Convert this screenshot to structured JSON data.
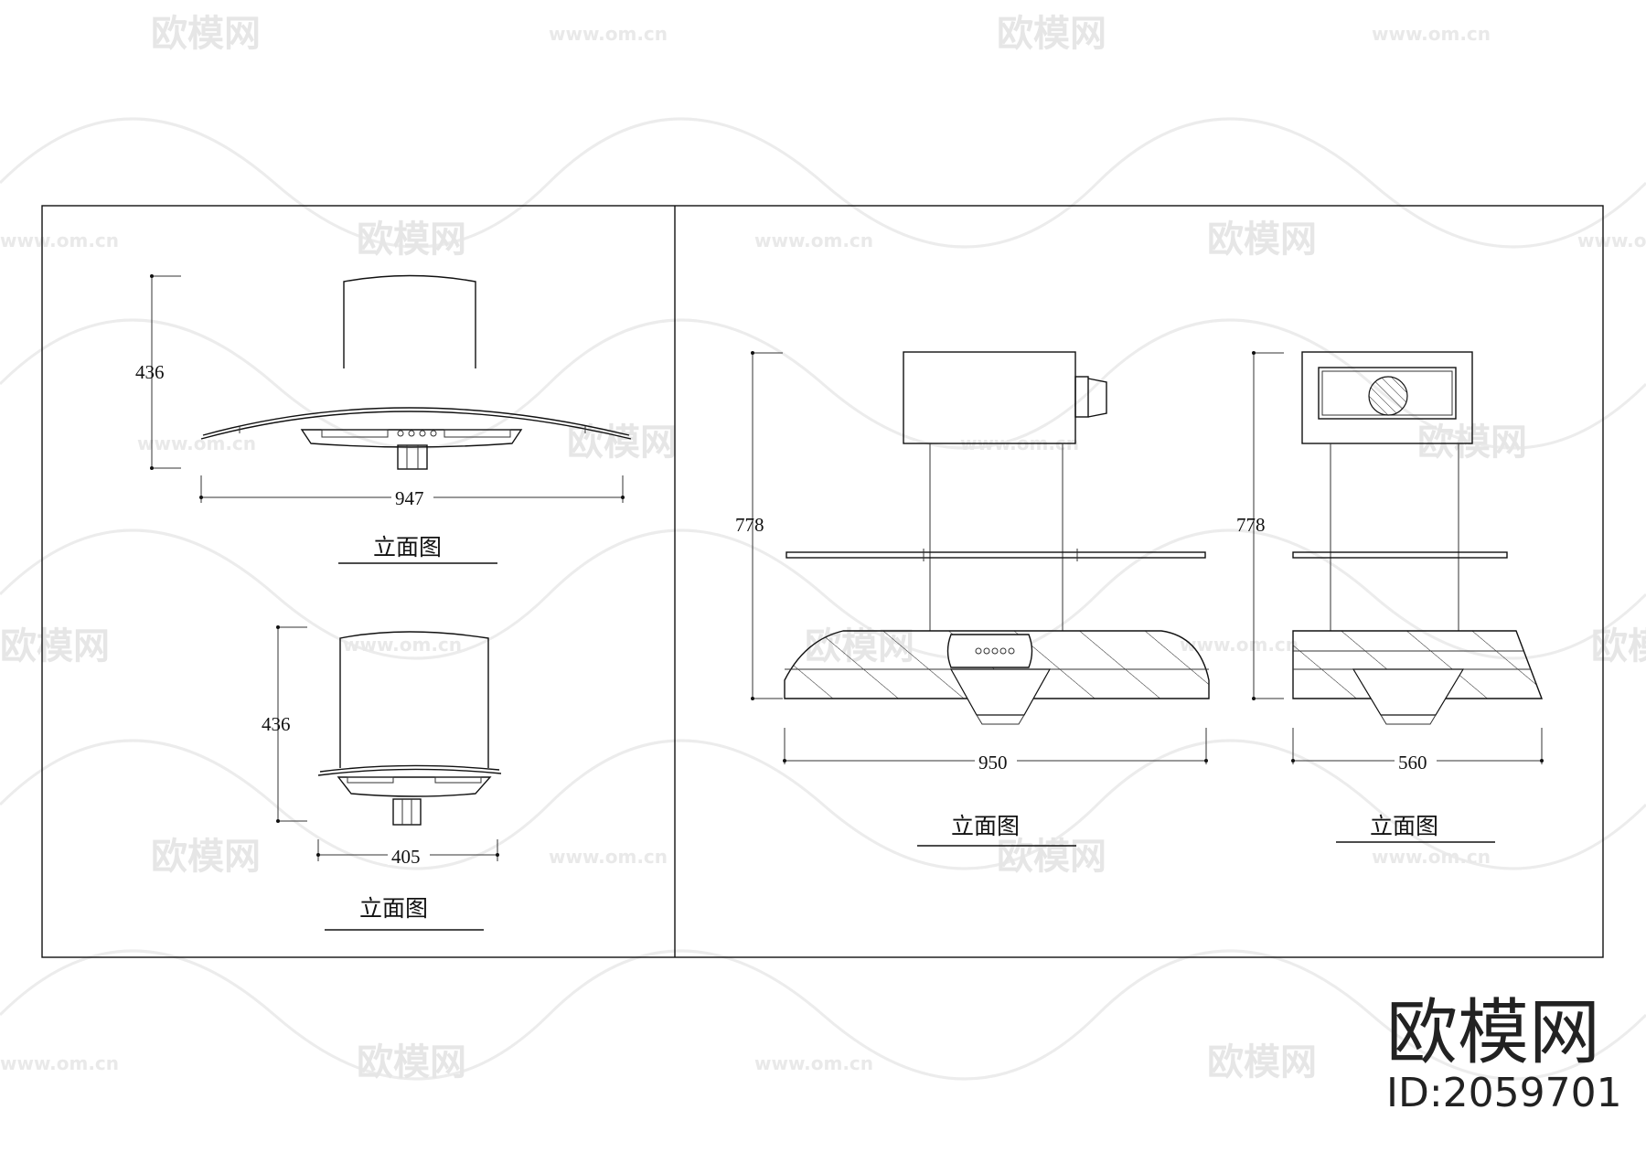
{
  "drawings": {
    "hood_curved_front": {
      "width": "947",
      "height": "436",
      "title": "立面图"
    },
    "hood_curved_side": {
      "width": "405",
      "height": "436",
      "title": "立面图"
    },
    "hood_box_front": {
      "width": "950",
      "height": "778",
      "title": "立面图"
    },
    "hood_box_side": {
      "width": "560",
      "height": "778",
      "title": "立面图"
    }
  },
  "watermark": {
    "brand": "欧模网",
    "url": "www.om.cn",
    "id_label": "ID:2059701"
  }
}
